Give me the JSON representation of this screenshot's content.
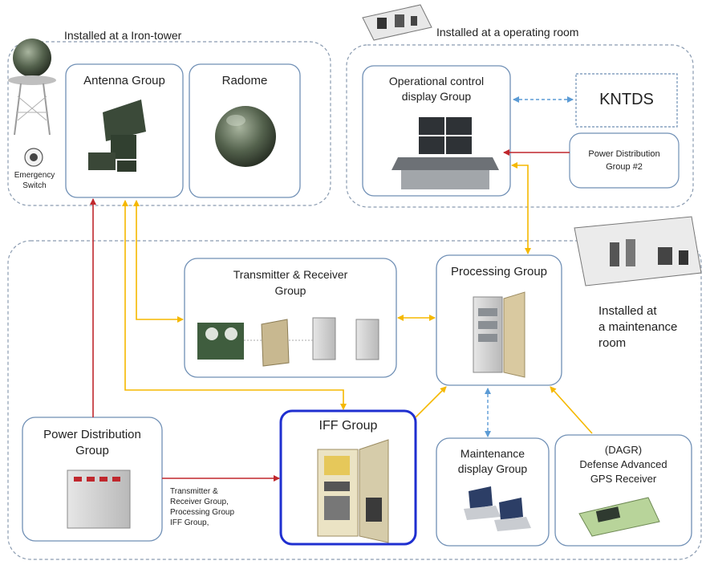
{
  "zones": {
    "iron_tower": "Installed at a Iron-tower",
    "operating_room": "Installed at a operating room",
    "maintenance_room": "Installed at\na maintenance\nroom"
  },
  "nodes": {
    "antenna_group": "Antenna Group",
    "radome": "Radome",
    "operational_control": "Operational control\ndisplay Group",
    "kntds": "KNTDS",
    "power_distribution_2": "Power Distribution\nGroup #2",
    "transmitter_receiver": "Transmitter & Receiver\nGroup",
    "processing_group": "Processing Group",
    "power_distribution": "Power Distribution\nGroup",
    "iff_group": "IFF Group",
    "maintenance_display": "Maintenance\ndisplay Group",
    "dagr": "(DAGR)\nDefense Advanced\nGPS Receiver"
  },
  "labels": {
    "emergency_switch": "Emergency\nSwitch",
    "power_feed_note": "Transmitter &\nReceiver Group,\nProcessing Group\nIFF Group,"
  },
  "colors": {
    "power_line": "#c0272d",
    "signal_line": "#f5b800",
    "data_line": "#5b9bd5",
    "zone_border": "#8a9bb0",
    "box_border": "#6f8fb5",
    "iff_border": "#1f2fd0"
  }
}
